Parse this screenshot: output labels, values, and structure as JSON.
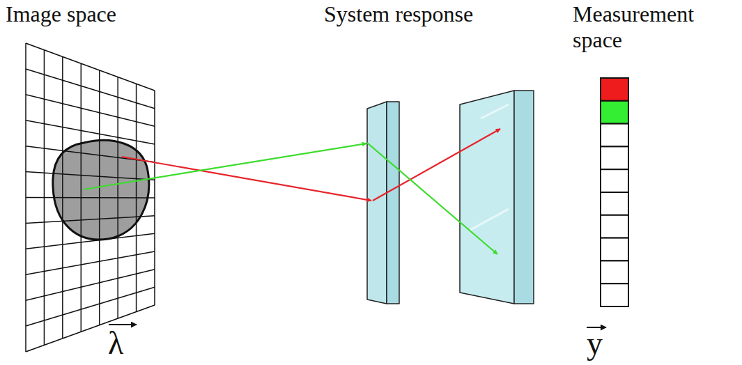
{
  "diagram": {
    "labels": [
      "Image space",
      "System response",
      "Measurement space",
      "λ",
      "y"
    ]
  }
}
